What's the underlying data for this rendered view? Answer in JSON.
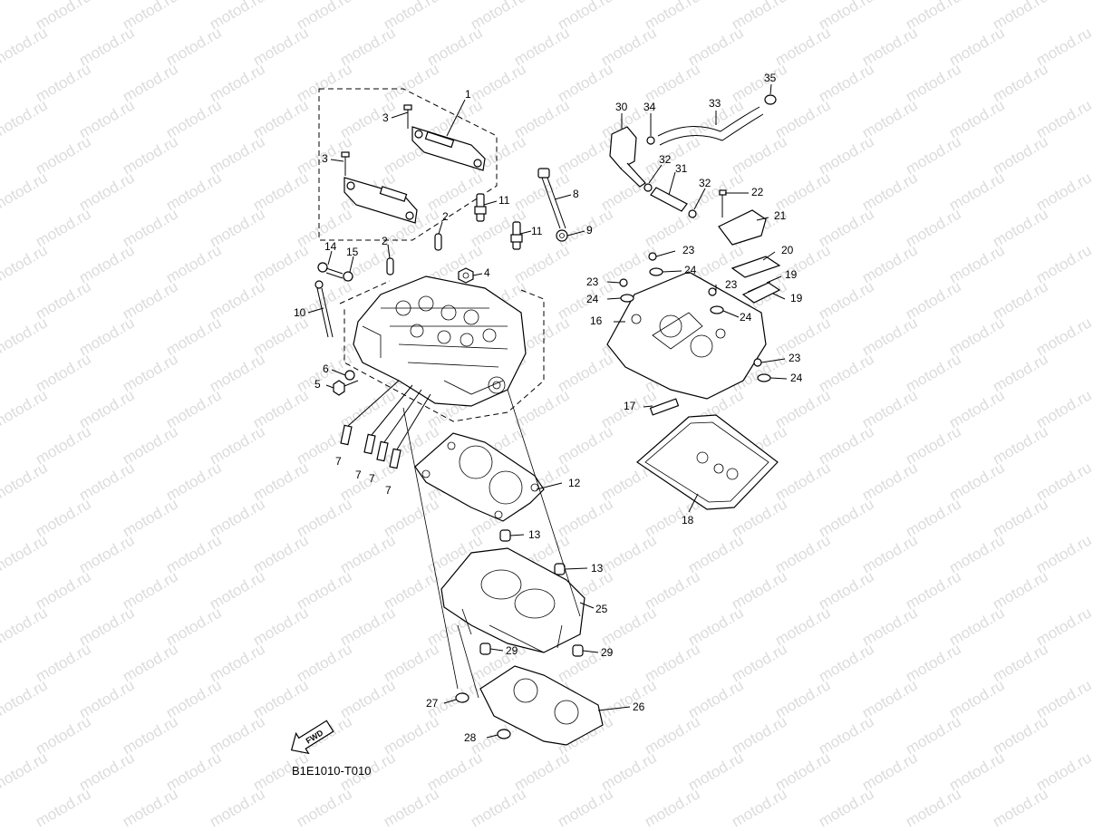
{
  "watermark": "motod.ru",
  "diagram_code": "B1E1010-T010",
  "fwd_label": "FWD",
  "callouts": {
    "c1": "1",
    "c2a": "2",
    "c2b": "2",
    "c3a": "3",
    "c3b": "3",
    "c4": "4",
    "c5": "5",
    "c6": "6",
    "c7a": "7",
    "c7b": "7",
    "c7c": "7",
    "c7d": "7",
    "c8": "8",
    "c9": "9",
    "c10": "10",
    "c11a": "11",
    "c11b": "11",
    "c12": "12",
    "c13a": "13",
    "c13b": "13",
    "c14": "14",
    "c15": "15",
    "c16": "16",
    "c17": "17",
    "c18": "18",
    "c19a": "19",
    "c19b": "19",
    "c20": "20",
    "c21": "21",
    "c22": "22",
    "c23a": "23",
    "c23b": "23",
    "c23c": "23",
    "c23d": "23",
    "c24a": "24",
    "c24b": "24",
    "c24c": "24",
    "c24d": "24",
    "c25": "25",
    "c26": "26",
    "c27": "27",
    "c28": "28",
    "c29a": "29",
    "c29b": "29",
    "c30": "30",
    "c31": "31",
    "c32a": "32",
    "c32b": "32",
    "c33": "33",
    "c34": "34",
    "c35": "35"
  }
}
